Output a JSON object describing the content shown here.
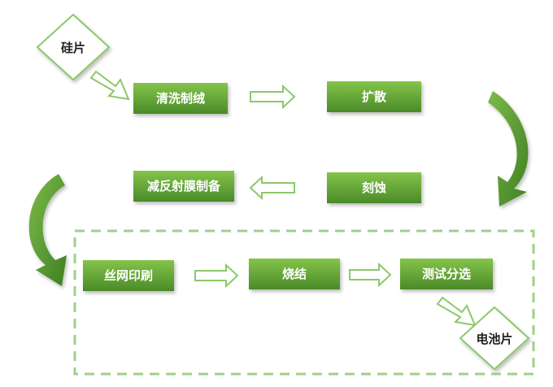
{
  "diagram": {
    "nodes": {
      "wafer": "硅片",
      "texturing": "清洗制绒",
      "diffusion": "扩散",
      "etching": "刻蚀",
      "arc_coating": "减反射膜制备",
      "screen_printing": "丝网印刷",
      "sintering": "烧结",
      "testing_sorting": "测试分选",
      "solar_cell": "电池片"
    }
  },
  "colors": {
    "box_fill_top": "#7fbf45",
    "box_fill_bottom": "#4e8f2a",
    "arrow_outline": "#8cc86a",
    "curved_arrow": "#5a9e2f",
    "dashed_border": "#9fd08a"
  }
}
